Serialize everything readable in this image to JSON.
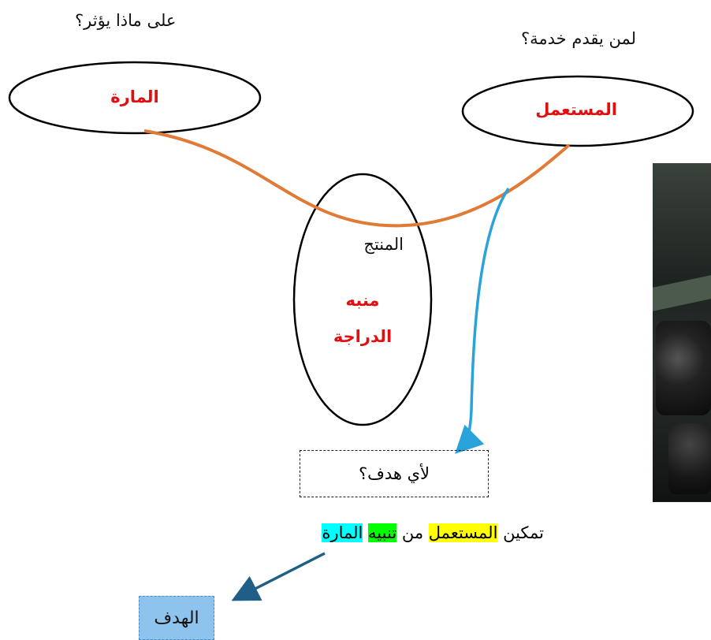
{
  "labels": {
    "affects_question": "على ماذا يؤثر؟",
    "serves_question": "لمن يقدم خدمة؟",
    "pedestrian": "المارة",
    "user": "المستعمل",
    "product_label": "المنتج",
    "product_name_line1": "منبه",
    "product_name_line2": "الدراجة",
    "purpose_question": "لأي هدف؟",
    "goal": "الهدف"
  },
  "goal_sentence": {
    "part1": "تمكين",
    "user": "المستعمل",
    "part2": "من",
    "alert": "تنبيه",
    "pedestrian": "المارة"
  },
  "colors": {
    "curve": "#e07a35",
    "blue_arrow": "#29a3d9",
    "dark_arrow": "#1f5f87",
    "red_text": "#e01010",
    "highlight_user": "#ffff00",
    "highlight_alert": "#00ff00",
    "highlight_pedestrian": "#00ffff",
    "goal_box_fill": "#8ec3ee"
  }
}
